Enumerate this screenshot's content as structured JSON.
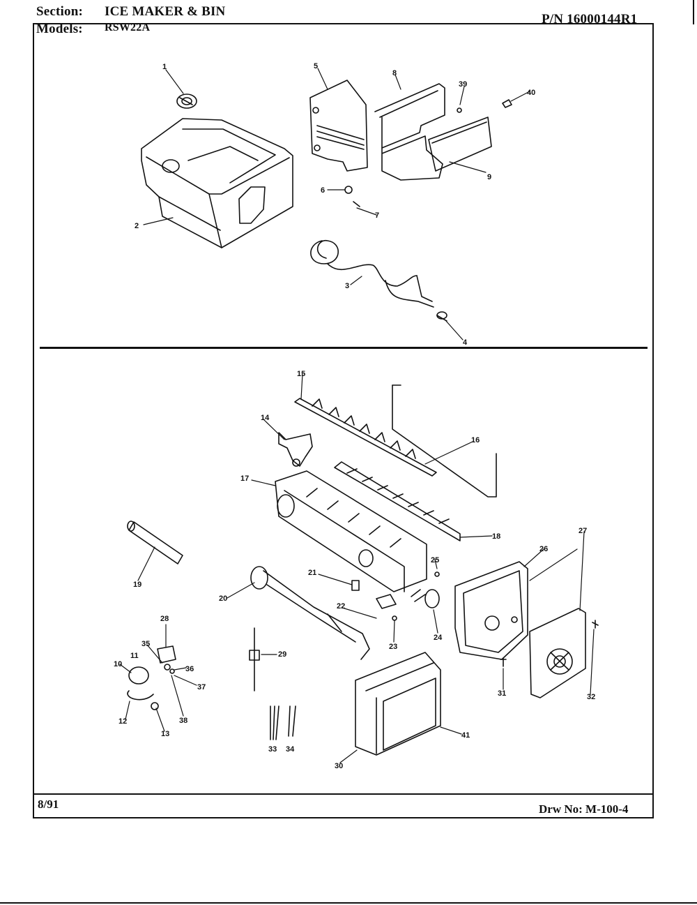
{
  "header": {
    "section_label": "Section:",
    "section_value": "ICE MAKER & BIN",
    "models_label": "Models:",
    "models_value": "RSW22A",
    "part_number": "P/N 16000144R1"
  },
  "footer": {
    "date": "8/91",
    "drawing_number": "Drw No: M-100-4"
  },
  "callouts": [
    "1",
    "2",
    "3",
    "4",
    "5",
    "6",
    "7",
    "8",
    "9",
    "39",
    "40",
    "15",
    "14",
    "16",
    "17",
    "18",
    "19",
    "20",
    "21",
    "22",
    "23",
    "24",
    "25",
    "26",
    "27",
    "28",
    "35",
    "10",
    "11",
    "36",
    "37",
    "12",
    "38",
    "13",
    "29",
    "33",
    "34",
    "30",
    "41",
    "31",
    "32"
  ]
}
